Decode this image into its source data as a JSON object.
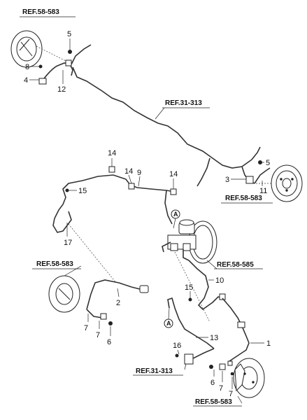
{
  "diagram": {
    "refs": {
      "top_left": "REF.58-583",
      "top_center": "REF.31-313",
      "right_middle": "REF.58-583",
      "booster": "REF.58-585",
      "left_middle": "REF.58-583",
      "bottom_center": "REF.31-313",
      "bottom_right": "REF.58-583"
    },
    "callouts": {
      "c1": "1",
      "c2": "2",
      "c3": "3",
      "c4": "4",
      "c5a": "5",
      "c5b": "5",
      "c6a": "6",
      "c6b": "6",
      "c7a": "7",
      "c7b": "7",
      "c7c": "7",
      "c7d": "7",
      "c8": "8",
      "c9": "9",
      "c10": "10",
      "c11": "11",
      "c12": "12",
      "c13": "13",
      "c14a": "14",
      "c14b": "14",
      "c14c": "14",
      "c15a": "15",
      "c15b": "15",
      "c16": "16",
      "c17": "17"
    },
    "connector_marks": {
      "a_upper": "A",
      "a_lower": "A"
    }
  }
}
